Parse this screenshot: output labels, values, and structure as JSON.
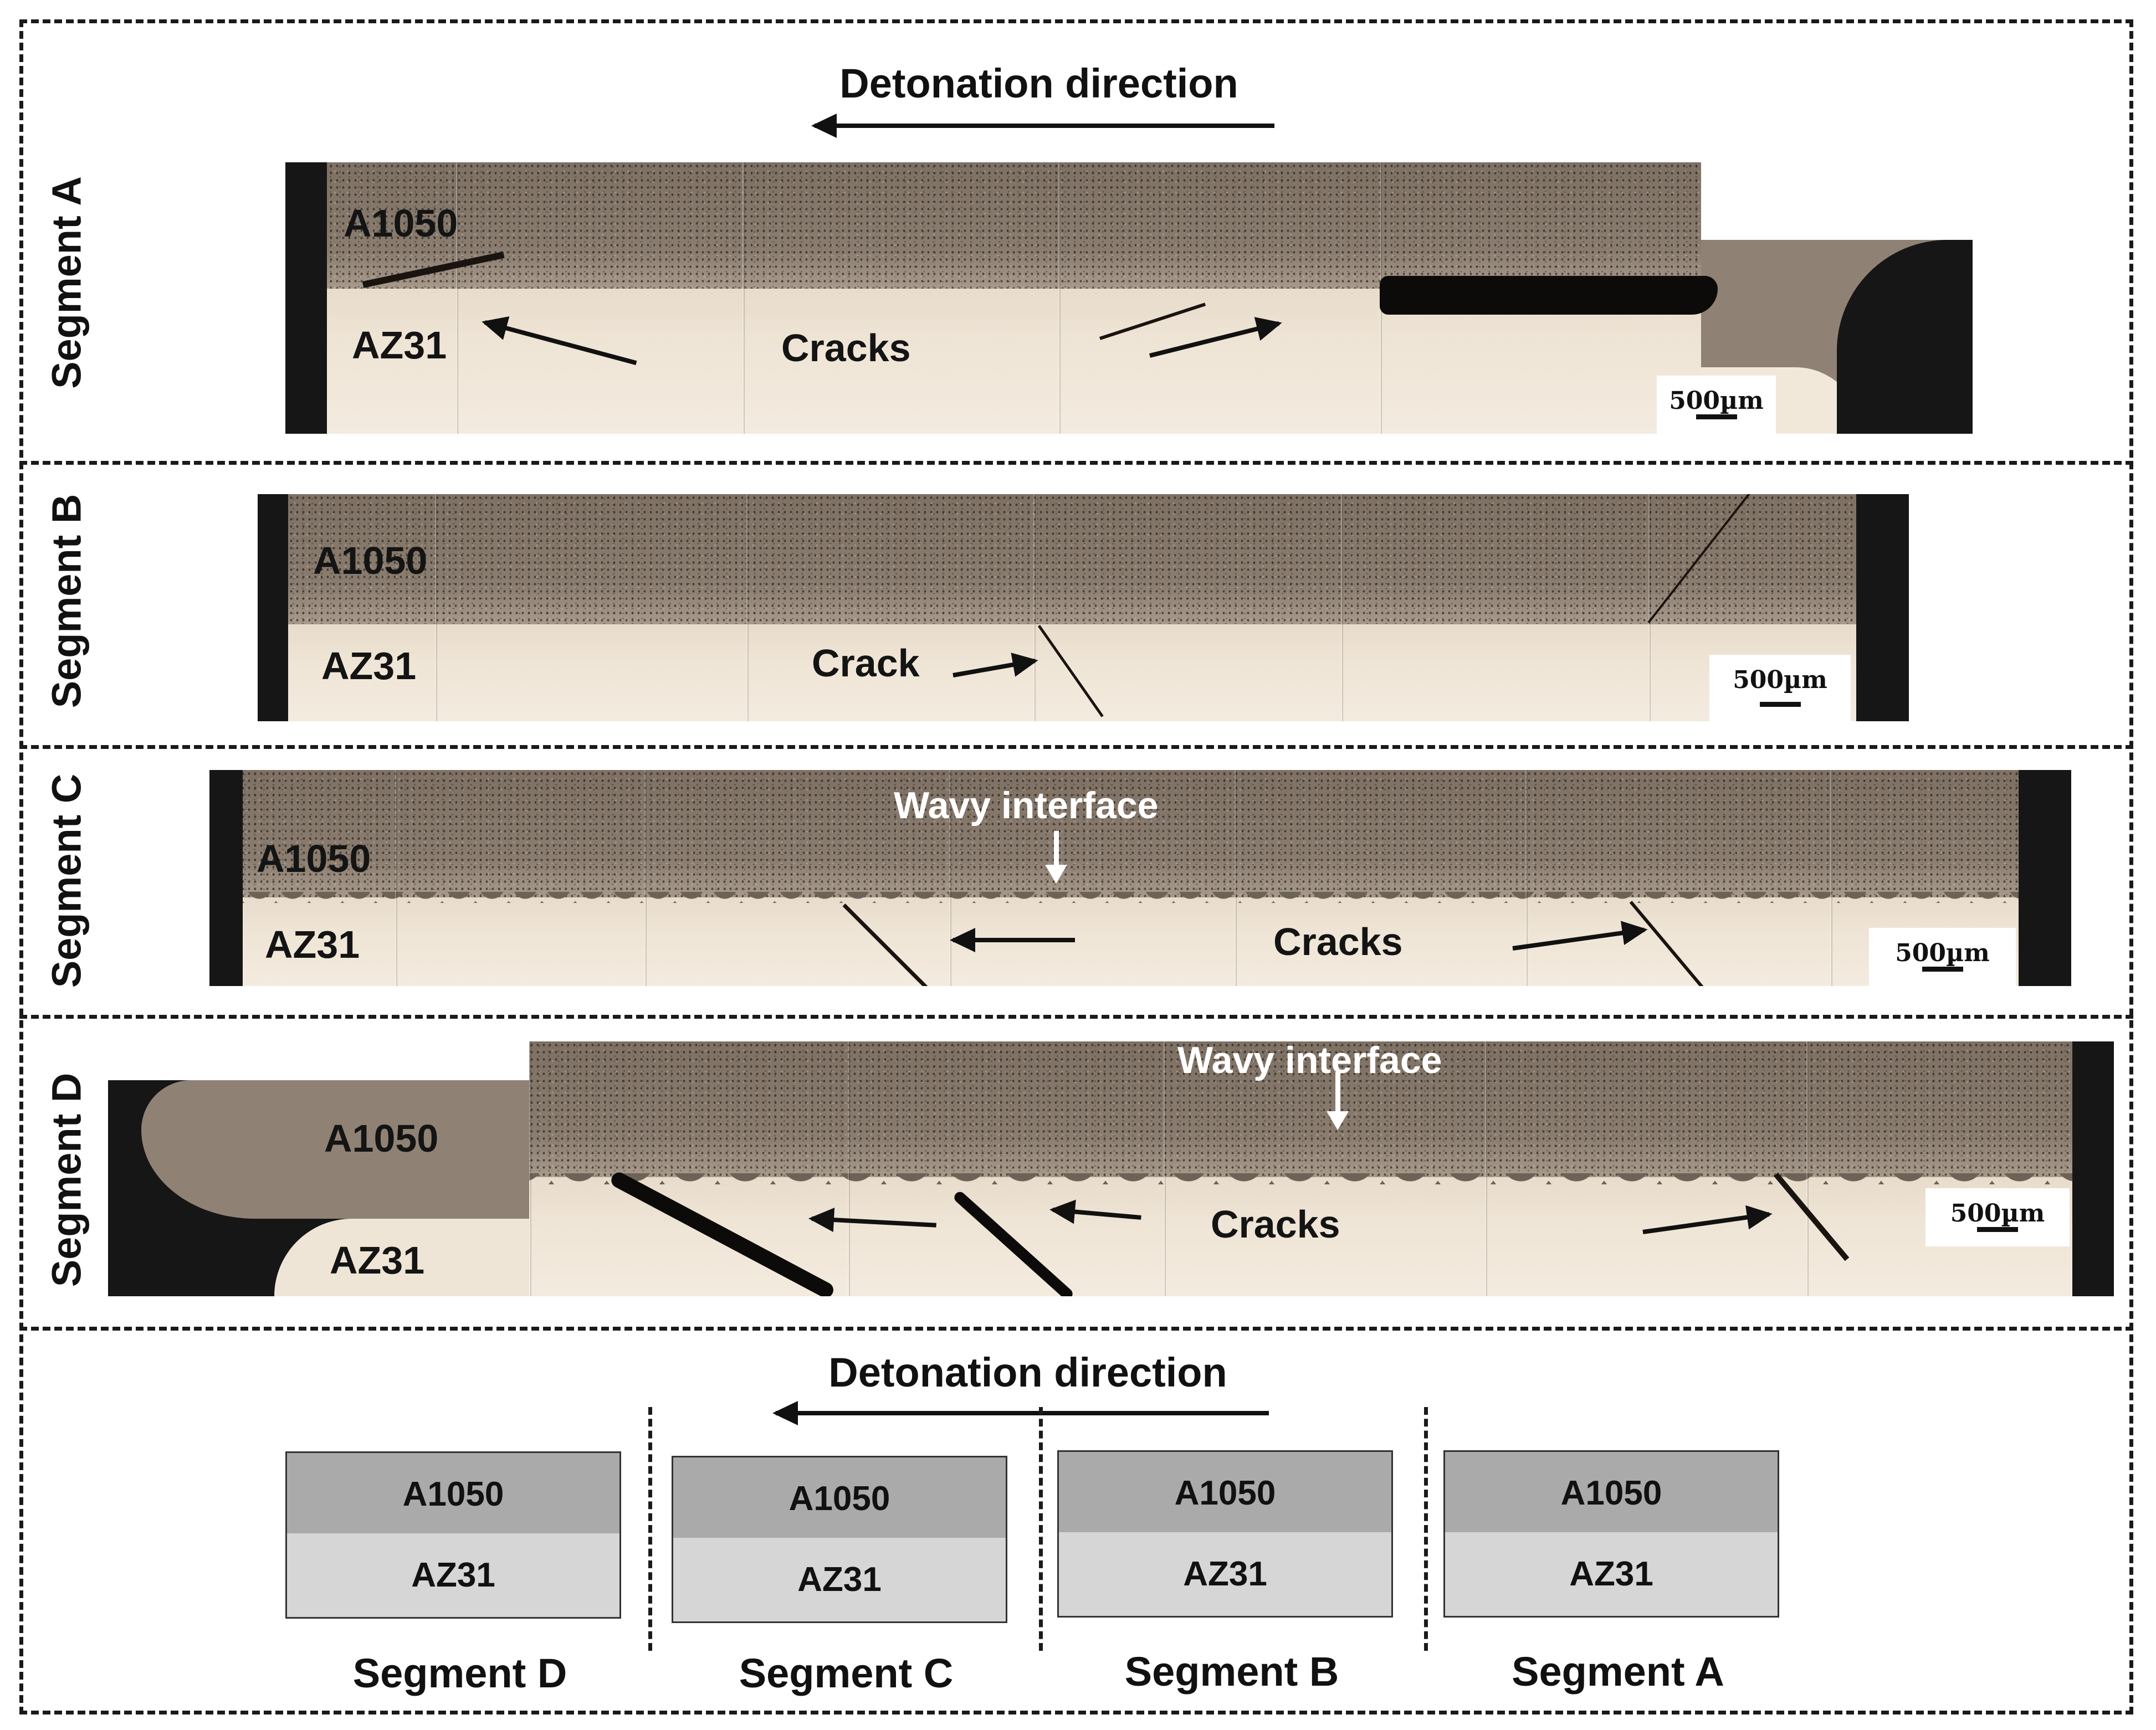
{
  "figure": {
    "detonation_label": "Detonation direction",
    "material_top": "A1050",
    "material_bottom": "AZ31",
    "scale_bar": "500µm"
  },
  "segment_a": {
    "title": "Segment A",
    "annotation": "Cracks"
  },
  "segment_b": {
    "title": "Segment B",
    "annotation": "Crack"
  },
  "segment_c": {
    "title": "Segment C",
    "annotation": "Cracks",
    "interface_label": "Wavy interface"
  },
  "segment_d": {
    "title": "Segment D",
    "annotation": "Cracks",
    "interface_label": "Wavy interface"
  },
  "schematic": {
    "heading": "Detonation direction",
    "blocks": [
      {
        "top": "A1050",
        "bottom": "AZ31",
        "label": "Segment D"
      },
      {
        "top": "A1050",
        "bottom": "AZ31",
        "label": "Segment C"
      },
      {
        "top": "A1050",
        "bottom": "AZ31",
        "label": "Segment B"
      },
      {
        "top": "A1050",
        "bottom": "AZ31",
        "label": "Segment A"
      }
    ]
  }
}
